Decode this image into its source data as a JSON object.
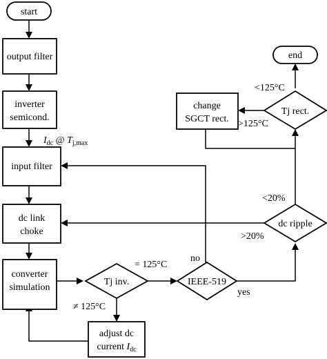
{
  "nodes": {
    "start": "start",
    "output_filter": "output filter",
    "inverter_line1": "inverter",
    "inverter_line2": "semicond.",
    "input_filter": "input filter",
    "dc_link_line1": "dc link",
    "dc_link_line2": "choke",
    "converter_line1": "converter",
    "converter_line2": "simulation",
    "adjust_line1": "adjust dc",
    "adjust_line2_prefix": "current ",
    "adjust_line2_var": "I",
    "adjust_line2_sub": "dc",
    "tj_inv": "Tj inv.",
    "ieee": "IEEE-519",
    "dc_ripple": "dc ripple",
    "tj_rect": "Tj rect.",
    "change_line1": "change",
    "change_line2": "SGCT rect.",
    "end": "end"
  },
  "labels": {
    "idc_var": "I",
    "idc_sub": "dc",
    "idc_at": " @ ",
    "tj_var": "T",
    "tj_sub": "j,max",
    "eq_125": "= 125°C",
    "neq_125": "≠ 125°C",
    "no": "no",
    "yes": "yes",
    "lt_20": "<20%",
    "gt_20": ">20%",
    "lt_125": "<125°C",
    "gt_125": ">125°C"
  }
}
